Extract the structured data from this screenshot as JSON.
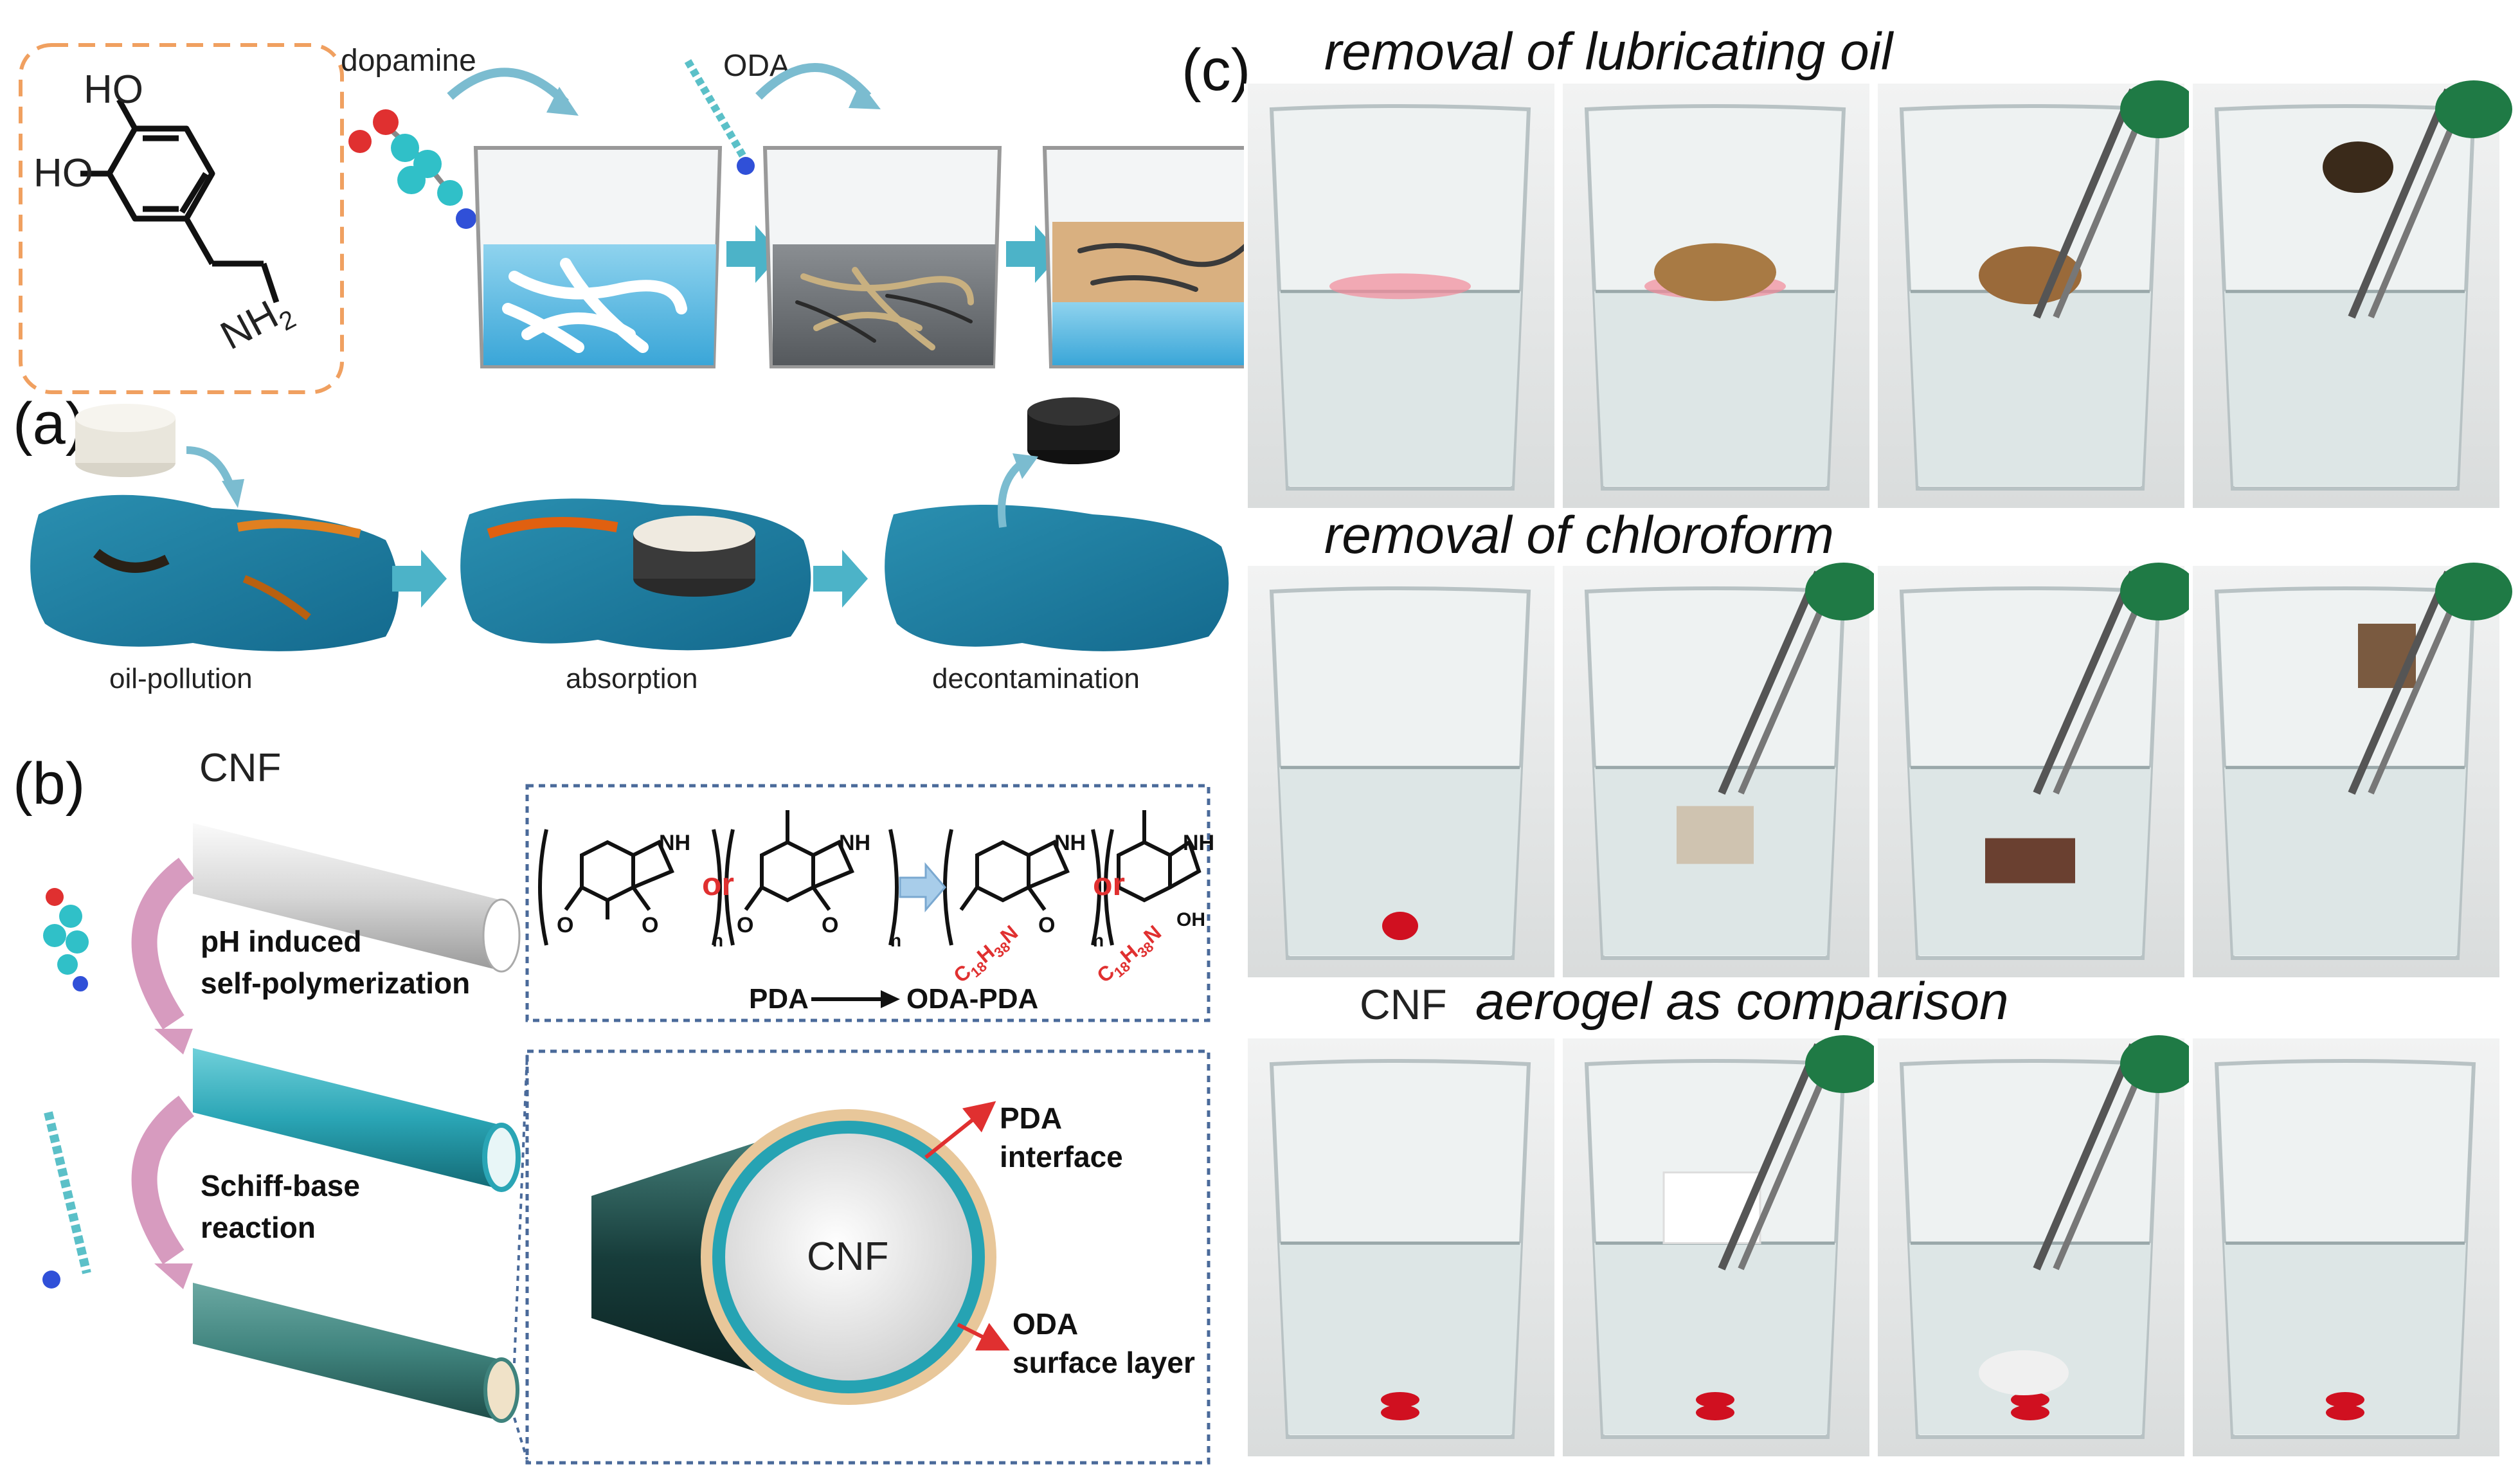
{
  "panel_a": {
    "label": "(a)",
    "molecule": {
      "ho_top": "HO",
      "ho_left": "HO",
      "nh2": "NH",
      "nh2_sub": "2"
    },
    "dopamine": "dopamine",
    "oda": "ODA",
    "stages": [
      "oil-pollution",
      "absorption",
      "decontamination"
    ]
  },
  "panel_b": {
    "label": "(b)",
    "cnf": "CNF",
    "step1": [
      "pH induced",
      "self-polymerization"
    ],
    "step2": [
      "Schiff-base",
      "reaction"
    ],
    "or1": "or",
    "or2": "or",
    "nh": "NH",
    "o": "O",
    "n_sub": "n",
    "oh": "OH",
    "n_atom": "N",
    "alkyl": "C",
    "alkyl_sub1": "18",
    "alkyl_h": "H",
    "alkyl_sub2": "38",
    "pda": "PDA",
    "oda_pda": "ODA-PDA",
    "cross_center": "CNF",
    "pda_interface": [
      "PDA",
      "interface"
    ],
    "oda_layer": [
      "ODA",
      "surface layer"
    ]
  },
  "panel_c": {
    "label": "(c)",
    "row1_title": "removal of lubricating oil",
    "row2_title": "removal of chloroform",
    "row3_prefix": "CNF",
    "row3_title": "aerogel  as comparison"
  },
  "colors": {
    "teal": "#2aa5b5",
    "dark_teal": "#1d5e60",
    "arrow_blue": "#4cb3c8",
    "pink_arrow": "#d79bbf",
    "red_label": "#e03030",
    "orange_dash": "#f0a060",
    "navy_dash": "#4a6a9a"
  }
}
